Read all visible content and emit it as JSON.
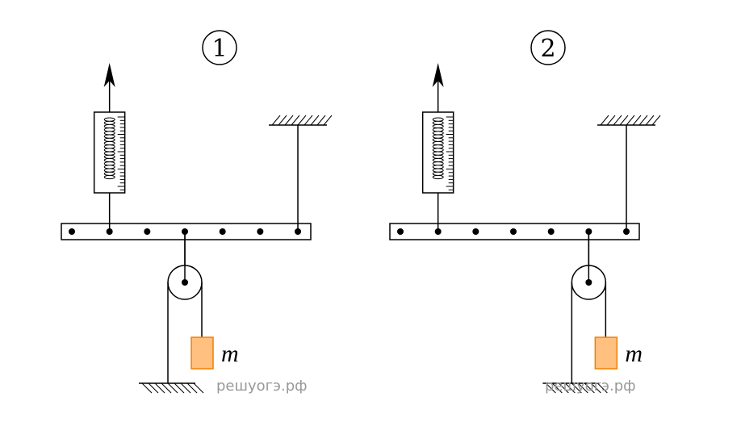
{
  "diagrams": [
    {
      "label": "1",
      "mass_label": "m",
      "watermark": "решуогэ.рф",
      "holes": 7,
      "spring_hole": 2,
      "pulley_hole": 4,
      "ceiling_rope_hole": 7
    },
    {
      "label": "2",
      "mass_label": "m",
      "watermark": "решуогэ.рф",
      "holes": 7,
      "spring_hole": 2,
      "pulley_hole": 6,
      "ceiling_rope_hole": 7
    }
  ],
  "colors": {
    "line": "#000000",
    "mass_fill": "#ffc080",
    "mass_stroke": "#f08000",
    "watermark": "#999999"
  }
}
